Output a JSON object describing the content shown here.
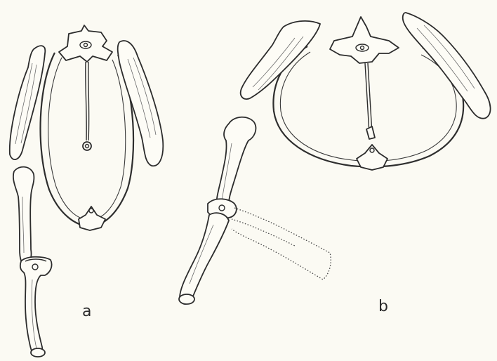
{
  "figure": {
    "background_color": "#fbfaf3",
    "line_color": "#2c2c2c",
    "panels": [
      {
        "id": "a",
        "label": "a"
      },
      {
        "id": "b",
        "label": "b"
      }
    ]
  }
}
